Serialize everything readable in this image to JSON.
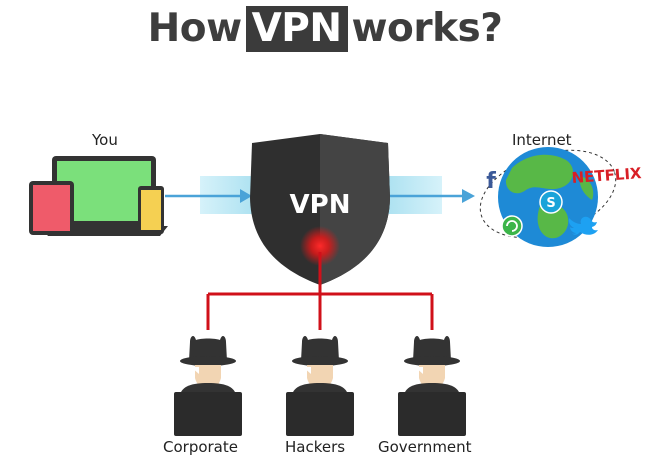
{
  "title": {
    "before": "How",
    "highlight": "VPN",
    "after": "works?"
  },
  "labels": {
    "you": "You",
    "internet": "Internet",
    "vpn": "VPN",
    "netflix": "NETFLIX",
    "facebook": "f"
  },
  "observers": [
    {
      "label": "Corporate"
    },
    {
      "label": "Hackers"
    },
    {
      "label": "Government"
    }
  ],
  "colors": {
    "title_text": "#3d3d3d",
    "title_highlight": "#3b3b3b",
    "shield": "#3a3a3a",
    "tunnel": "#bfe9f4",
    "arrow": "#4aa3d8",
    "red_line": "#d0101a",
    "laptop_screen": "#7be07b",
    "tablet_screen": "#ef5b6a",
    "phone_screen": "#f5d052",
    "globe_ocean": "#1e8ad6",
    "globe_land": "#58b847"
  },
  "icons": [
    "laptop-icon",
    "tablet-icon",
    "phone-icon",
    "shield-icon",
    "globe-icon",
    "facebook-icon",
    "whatsapp-icon",
    "skype-icon",
    "twitter-icon",
    "netflix-logo",
    "hacker-figure-icon"
  ]
}
